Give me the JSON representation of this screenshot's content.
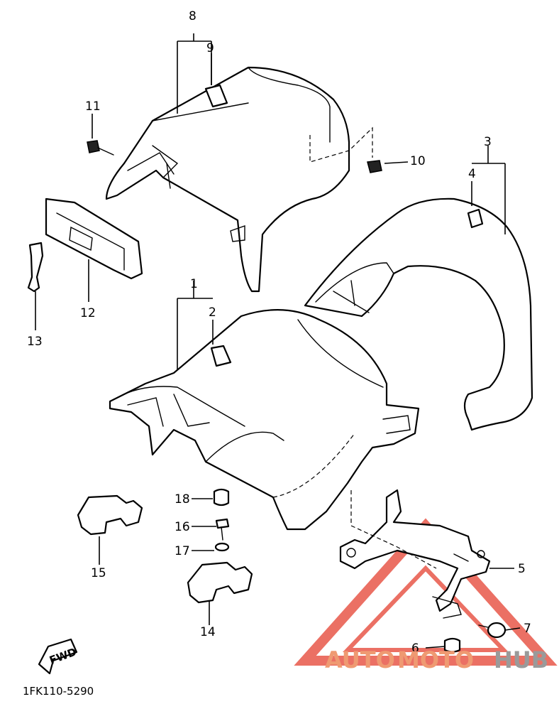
{
  "callouts": {
    "c1": "1",
    "c2": "2",
    "c3": "3",
    "c4": "4",
    "c5": "5",
    "c6": "6",
    "c7": "7",
    "c8": "8",
    "c9": "9",
    "c10": "10",
    "c11": "11",
    "c12": "12",
    "c13": "13",
    "c14": "14",
    "c15": "15",
    "c16": "16",
    "c17": "17",
    "c18": "18"
  },
  "fwd_label": "FWD",
  "diagram_code": "1FK110-5290",
  "watermark": {
    "auto": "AUTO",
    "moto": "MOTO",
    "hub": "HUB"
  },
  "colors": {
    "watermark_red": "#e8584a",
    "watermark_orange": "#ef9a72",
    "watermark_gray": "#9a9a9a"
  }
}
